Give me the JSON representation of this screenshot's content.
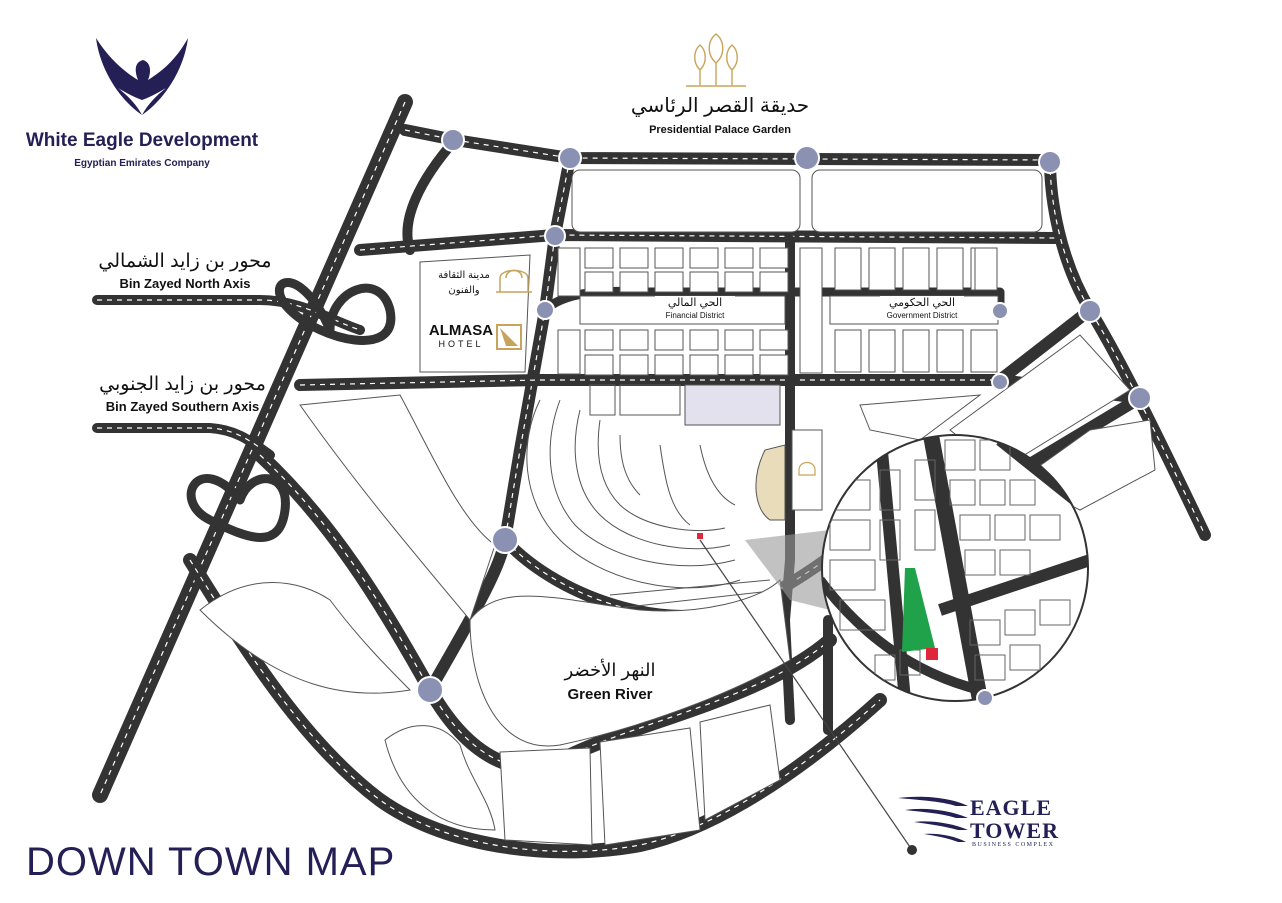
{
  "brand": {
    "company": "White Eagle Development",
    "tagline": "Egyptian Emirates Company",
    "color": "#242055"
  },
  "labels": {
    "palace_garden_ar": "حديقة القصر الرئاسي",
    "palace_garden_en": "Presidential Palace Garden",
    "north_axis_ar": "محور بن زايد الشمالي",
    "north_axis_en": "Bin Zayed North Axis",
    "south_axis_ar": "محور بن زايد الجنوبي",
    "south_axis_en": "Bin Zayed Southern Axis",
    "culture_city_ar": "مدينة الثقافة والفنون",
    "hotel_name": "ALMASA",
    "hotel_sub": "HOTEL",
    "financial_ar": "الحي المالي",
    "financial_en": "Financial District",
    "government_ar": "الحي الحكومي",
    "government_en": "Government District",
    "green_river_ar": "النهر الأخضر",
    "green_river_en": "Green River"
  },
  "map_title": "DOWN TOWN MAP",
  "tower": {
    "line1": "EAGLE",
    "line2": "TOWER",
    "sub": "BUSINESS COMPLEX"
  },
  "colors": {
    "road": "#333333",
    "node": "#8a91b2",
    "highlight_plot": "#1fa24a",
    "marker": "#e0263b",
    "gold": "#c8a45a",
    "title": "#242055"
  }
}
